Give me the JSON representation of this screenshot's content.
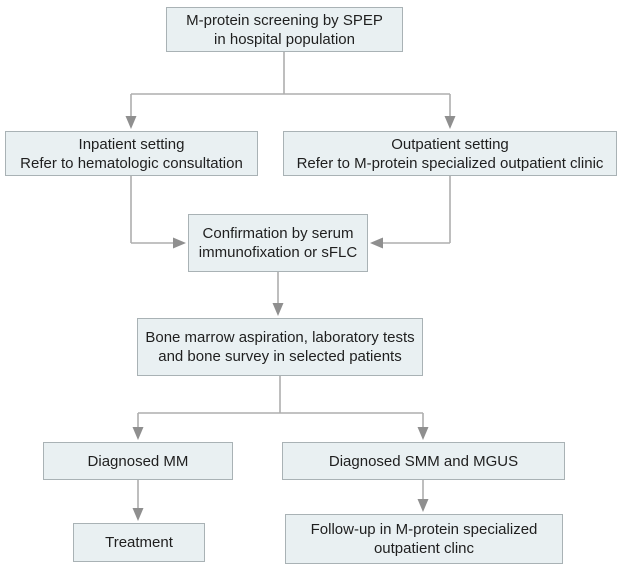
{
  "colors": {
    "box_fill": "#e9f0f2",
    "box_border": "#a9b2b5",
    "connector": "#aeaeae",
    "arrowhead": "#8f8f8f",
    "text": "#1f1f1f",
    "background": "#ffffff"
  },
  "nodes": {
    "screening": "M-protein screening by SPEP\nin hospital population",
    "inpatient": "Inpatient setting\nRefer to hematologic consultation",
    "outpatient": "Outpatient setting\nRefer to M-protein specialized outpatient clinic",
    "confirmation": "Confirmation by serum\nimmunofixation or sFLC",
    "bone_marrow": "Bone marrow aspiration, laboratory tests\nand bone survey in selected patients",
    "diagnosed_mm": "Diagnosed MM",
    "diagnosed_smm_mgus": "Diagnosed SMM and MGUS",
    "treatment": "Treatment",
    "follow_up": "Follow-up in M-protein specialized\noutpatient clinc"
  }
}
